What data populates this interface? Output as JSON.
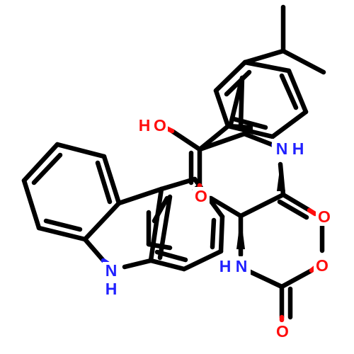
{
  "molecule": {
    "atom_labels": {
      "hydroxyl_o": "O",
      "hydroxyl_h": "H",
      "amide_nh_n": "N",
      "amide_nh_h": "H",
      "ring_o": "O",
      "carbonyl_o_right": "O",
      "ester_o": "O",
      "carbamate_n": "N",
      "carbamate_h": "H",
      "carbamate_o": "O",
      "indole_n": "N",
      "indole_h": "H"
    },
    "colors": {
      "carbon_bond": "#000000",
      "oxygen": "#ff0d0d",
      "nitrogen": "#2020ff",
      "background": "#ffffff"
    }
  }
}
